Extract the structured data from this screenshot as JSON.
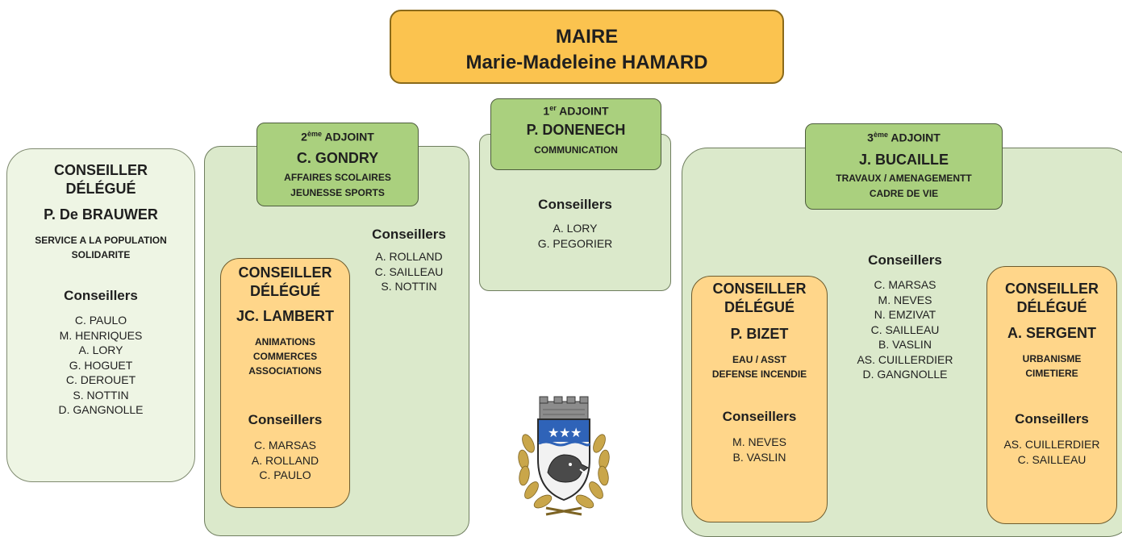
{
  "maire": {
    "title": "MAIRE",
    "name": "Marie-Madeleine HAMARD"
  },
  "left_delegate": {
    "title_1": "CONSEILLER",
    "title_2": "DÉLÉGUÉ",
    "name": "P. De BRAUWER",
    "duty_1": "SERVICE A LA POPULATION",
    "duty_2": "SOLIDARITE",
    "councillors_title": "Conseillers",
    "councillors": [
      "C. PAULO",
      "M. HENRIQUES",
      "A.  LORY",
      "G. HOGUET",
      "C. DEROUET",
      "S. NOTTIN",
      "D. GANGNOLLE"
    ]
  },
  "adjoint_2": {
    "rank_num": "2",
    "rank_sup": "ème",
    "rank_word": "ADJOINT",
    "name": "C. GONDRY",
    "duty_1": "AFFAIRES SCOLAIRES",
    "duty_2": "JEUNESSE SPORTS",
    "councillors_title": "Conseillers",
    "councillors": [
      "A. ROLLAND",
      "C. SAILLEAU",
      "S. NOTTIN"
    ],
    "delegate": {
      "title_1": "CONSEILLER",
      "title_2": "DÉLÉGUÉ",
      "name": "JC. LAMBERT",
      "duty_1": "ANIMATIONS",
      "duty_2": "COMMERCES",
      "duty_3": "ASSOCIATIONS",
      "councillors_title": "Conseillers",
      "councillors": [
        "C. MARSAS",
        "A. ROLLAND",
        "C. PAULO"
      ]
    }
  },
  "adjoint_1": {
    "rank_num": "1",
    "rank_sup": "er",
    "rank_word": "ADJOINT",
    "name": "P. DONENECH",
    "duty_1": "COMMUNICATION",
    "councillors_title": "Conseillers",
    "councillors": [
      "A.  LORY",
      "G. PEGORIER"
    ]
  },
  "adjoint_3": {
    "rank_num": "3",
    "rank_sup": "ème",
    "rank_word": "ADJOINT",
    "name": "J. BUCAILLE",
    "duty_1": "TRAVAUX / AMENAGEMENTT",
    "duty_2": "CADRE DE VIE",
    "councillors_title": "Conseillers",
    "councillors": [
      "C. MARSAS",
      "M. NEVES",
      "N. EMZIVAT",
      "C. SAILLEAU",
      "B. VASLIN",
      "AS. CUILLERDIER",
      "D. GANGNOLLE"
    ],
    "delegate_bizet": {
      "title_1": "CONSEILLER",
      "title_2": "DÉLÉGUÉ",
      "name": "P. BIZET",
      "duty_1": "EAU / ASST",
      "duty_2": "DEFENSE INCENDIE",
      "councillors_title": "Conseillers",
      "councillors": [
        "M. NEVES",
        "B. VASLIN"
      ]
    },
    "delegate_sergent": {
      "title_1": "CONSEILLER",
      "title_2": "DÉLÉGUÉ",
      "name": "A. SERGENT",
      "duty_1": "URBANISME",
      "duty_2": "CIMETIERE",
      "councillors_title": "Conseillers",
      "councillors": [
        "AS. CUILLERDIER",
        "C. SAILLEAU"
      ]
    }
  },
  "colors": {
    "mayor_fill": "#fbc34f",
    "adjoint_header_fill": "#aad07e",
    "panel_fill": "#dbe9cb",
    "left_panel_fill": "#eef5e4",
    "delegate_fill": "#ffd68a"
  },
  "icons": {
    "crest": "municipal-coat-of-arms-icon"
  }
}
